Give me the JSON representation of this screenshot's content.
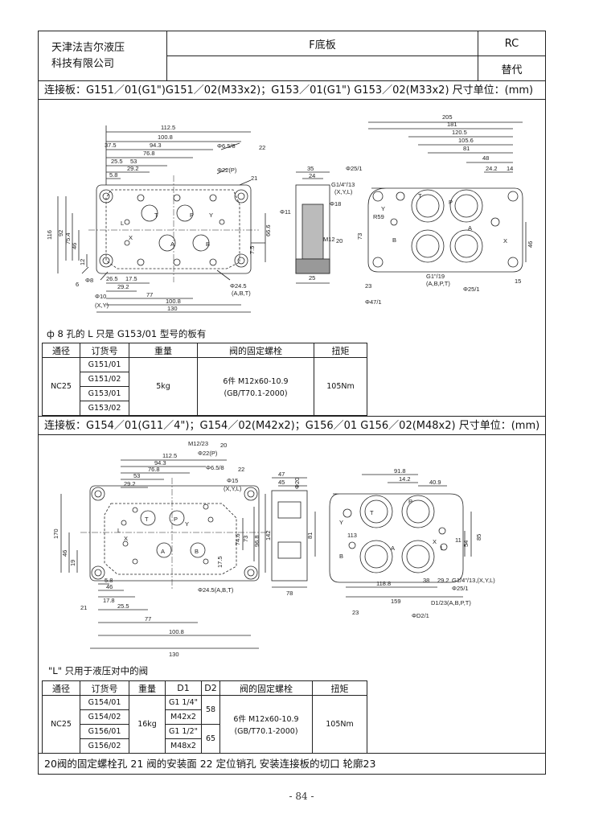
{
  "header": {
    "company_line1": "天津法吉尔液压",
    "company_line2": "科技有限公司",
    "title": "F底板",
    "code": "RC",
    "replace_label": "替代"
  },
  "section1": {
    "heading": "连接板：G151／01(G1\")G151／02(M33x2)；G153／01(G1\") G153／02(M33x2) 尺寸单位：(mm)",
    "note": "ф 8 孔的 L 只是 G153/01 型号的板有",
    "table": {
      "headers": [
        "通径",
        "订货号",
        "重量",
        "阀的固定螺栓",
        "扭矩"
      ],
      "size": "NC25",
      "order_numbers": [
        "G151/01",
        "G151/02",
        "G153/01",
        "G153/02"
      ],
      "weight": "5kg",
      "bolt_line1": "6件 M12x60-10.9",
      "bolt_line2": "(GB/T70.1-2000)",
      "torque": "105Nm"
    },
    "dims": {
      "d112_5": "112.5",
      "d100_8": "100.8",
      "d94_3": "94.3",
      "d76_8": "76.8",
      "d53": "53",
      "d37_5": "37.5",
      "d25_5": "25.5",
      "d29_2": "29.2",
      "d5_8": "5.8",
      "d116": "116",
      "d92": "92",
      "d75_4": "75.4",
      "d46": "46",
      "d12": "12",
      "d26_5": "26.5",
      "d17_5": "17.5",
      "d77": "77",
      "d130": "130",
      "d6_5": "Φ6.5/8",
      "d22": "Φ22(P)",
      "d24_5": "Φ24.5",
      "abt": "(A,B,T)",
      "d10": "Φ10",
      "xy": "(X,Y)",
      "d8": "Φ8",
      "d66_6": "66.6",
      "d7_5": "7.5",
      "d35": "35",
      "d24": "24",
      "d25": "25",
      "d11": "Φ11",
      "d18": "Φ18",
      "m12": "M12",
      "d205": "205",
      "d181": "181",
      "d120_5": "120.5",
      "d105_6": "105.6",
      "d81": "81",
      "d48": "48",
      "d24_2": "24.2",
      "d14": "14",
      "d73": "73",
      "d46b": "46",
      "d15": "15",
      "d25_1": "Φ25/1",
      "g14": "G1/4\"/13",
      "xyl": "(X,Y,L)",
      "g1": "G1\"/19",
      "abpt": "(A,B,P,T)",
      "d25_1b": "Φ25/1",
      "d47": "Φ47/1",
      "r59": "R59",
      "n20": "20",
      "n21": "21",
      "n22": "22",
      "n23": "23",
      "n6": "6",
      "lbl_T": "T",
      "lbl_P": "P",
      "lbl_Y": "Y",
      "lbl_L": "L",
      "lbl_X": "X",
      "lbl_A": "A",
      "lbl_B": "B"
    }
  },
  "section2": {
    "heading": "连接板：G154／01(G11／4\")；G154／02(M42x2)；G156／01 G156／02(M48x2) 尺寸单位：(mm)",
    "note": "\"L\" 只用于液压对中的阀",
    "table": {
      "headers": [
        "通径",
        "订货号",
        "重量",
        "D1",
        "D2",
        "阀的固定螺栓",
        "扭矩"
      ],
      "size": "NC25",
      "order_numbers": [
        "G154/01",
        "G154/02",
        "G156/01",
        "G156/02"
      ],
      "weight": "16kg",
      "d1_values": [
        "G1 1/4\"",
        "M42x2",
        "G1 1/2\"",
        "M48x2"
      ],
      "d2_values": [
        "58",
        "65"
      ],
      "bolt_line1": "6件 M12x60-10.9",
      "bolt_line2": "(GB/T70.1-2000)",
      "torque": "105Nm"
    },
    "dims": {
      "m12_23": "M12/23",
      "d22p": "Φ22(P)",
      "d65_8": "Φ6.5/8",
      "d15": "Φ15",
      "xyl": "(X,Y,L)",
      "d112_5": "112.5",
      "d94_3": "94.3",
      "d76_8": "76.8",
      "d53": "53",
      "d29_2": "29.2",
      "d170": "170",
      "d46": "46",
      "d19": "19",
      "d5_8": "5.8",
      "d46b": "46",
      "d17_8": "17.8",
      "d25_5": "25.5",
      "d77": "77",
      "d100_8": "100.8",
      "d130": "130",
      "d74_6": "74.6",
      "d73": "73",
      "d96_8": "96.8",
      "d142": "142",
      "d17_5": "17.5",
      "d24_5": "Φ24.5(A,B,T)",
      "d47": "47",
      "d45": "45",
      "d20": "Φ20",
      "d78": "78",
      "d91_8": "91.8",
      "d14_2": "14.2",
      "d40_9": "40.9",
      "d81": "81",
      "d85": "85",
      "d54": "54",
      "d11": "11",
      "d113": "113",
      "d118_8": "118.8",
      "d38": "38",
      "d29_2b": "29.2",
      "d159": "159",
      "d25_1": "Φ25/1",
      "g14": "G1/4\"/13,(X,Y,L)",
      "d1abpt": "D1/23(A,B,P,T)",
      "d2": "ΦD2/1",
      "n20": "20",
      "n21": "21",
      "n22": "22",
      "n23": "23",
      "lbl_T": "T",
      "lbl_P": "P",
      "lbl_Y": "Y",
      "lbl_L": "L",
      "lbl_X": "X",
      "lbl_A": "A",
      "lbl_B": "B"
    }
  },
  "footer": {
    "legend": "20阀的固定螺栓孔 21 阀的安装面 22 定位销孔  安装连接板的切口  轮廓23",
    "page_number": "- 84 -"
  }
}
